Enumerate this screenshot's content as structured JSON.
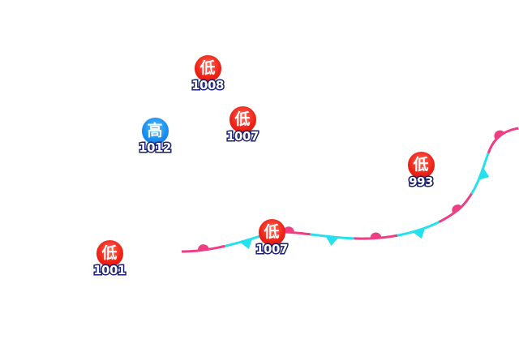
{
  "map": {
    "front": {
      "type": "stationary-front",
      "warm_color": "#ee3f84",
      "cold_color": "#25e1ee"
    },
    "centers": [
      {
        "id": "low-1008",
        "kind": "low",
        "symbol": "低",
        "pressure": "1008"
      },
      {
        "id": "high-1012",
        "kind": "high",
        "symbol": "高",
        "pressure": "1012"
      },
      {
        "id": "low-1007-north",
        "kind": "low",
        "symbol": "低",
        "pressure": "1007"
      },
      {
        "id": "low-993",
        "kind": "low",
        "symbol": "低",
        "pressure": "993"
      },
      {
        "id": "low-1007-front",
        "kind": "low",
        "symbol": "低",
        "pressure": "1007"
      },
      {
        "id": "low-1001",
        "kind": "low",
        "symbol": "低",
        "pressure": "1001"
      }
    ]
  }
}
